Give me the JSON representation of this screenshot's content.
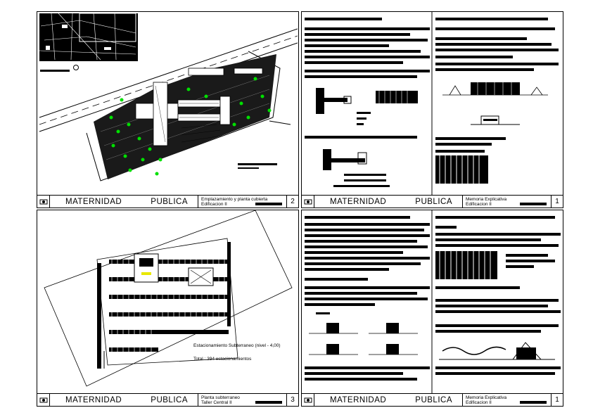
{
  "sheets": [
    {
      "project": "MATERNIDAD",
      "subject": "PUBLICA",
      "title_line1": "Emplazamiento y planta cubierta",
      "title_line2": "Edificacion II",
      "number": "2"
    },
    {
      "project": "MATERNIDAD",
      "subject": "PUBLICA",
      "title_line1": "Memoria Explicativa",
      "title_line2": "Edificacion II",
      "number": "1"
    },
    {
      "project": "MATERNIDAD",
      "subject": "PUBLICA",
      "title_line1": "Planta subterraneo",
      "title_line2": "Taller Central II",
      "number": "3"
    },
    {
      "project": "MATERNIDAD",
      "subject": "PUBLICA",
      "title_line1": "Memoria Explicativa",
      "title_line2": "Edificacion II",
      "number": "1"
    }
  ],
  "parking_notes": {
    "level_label": "Estacionamiento Subterraneo (nivel - 4,00)",
    "total_label": "Total : 394 estacionamientos"
  },
  "colors": {
    "line": "#000000",
    "tree": "#00e000",
    "highlight": "#e8e800",
    "background": "#ffffff"
  },
  "icons": [
    "logo-icon",
    "north-arrow-icon"
  ]
}
